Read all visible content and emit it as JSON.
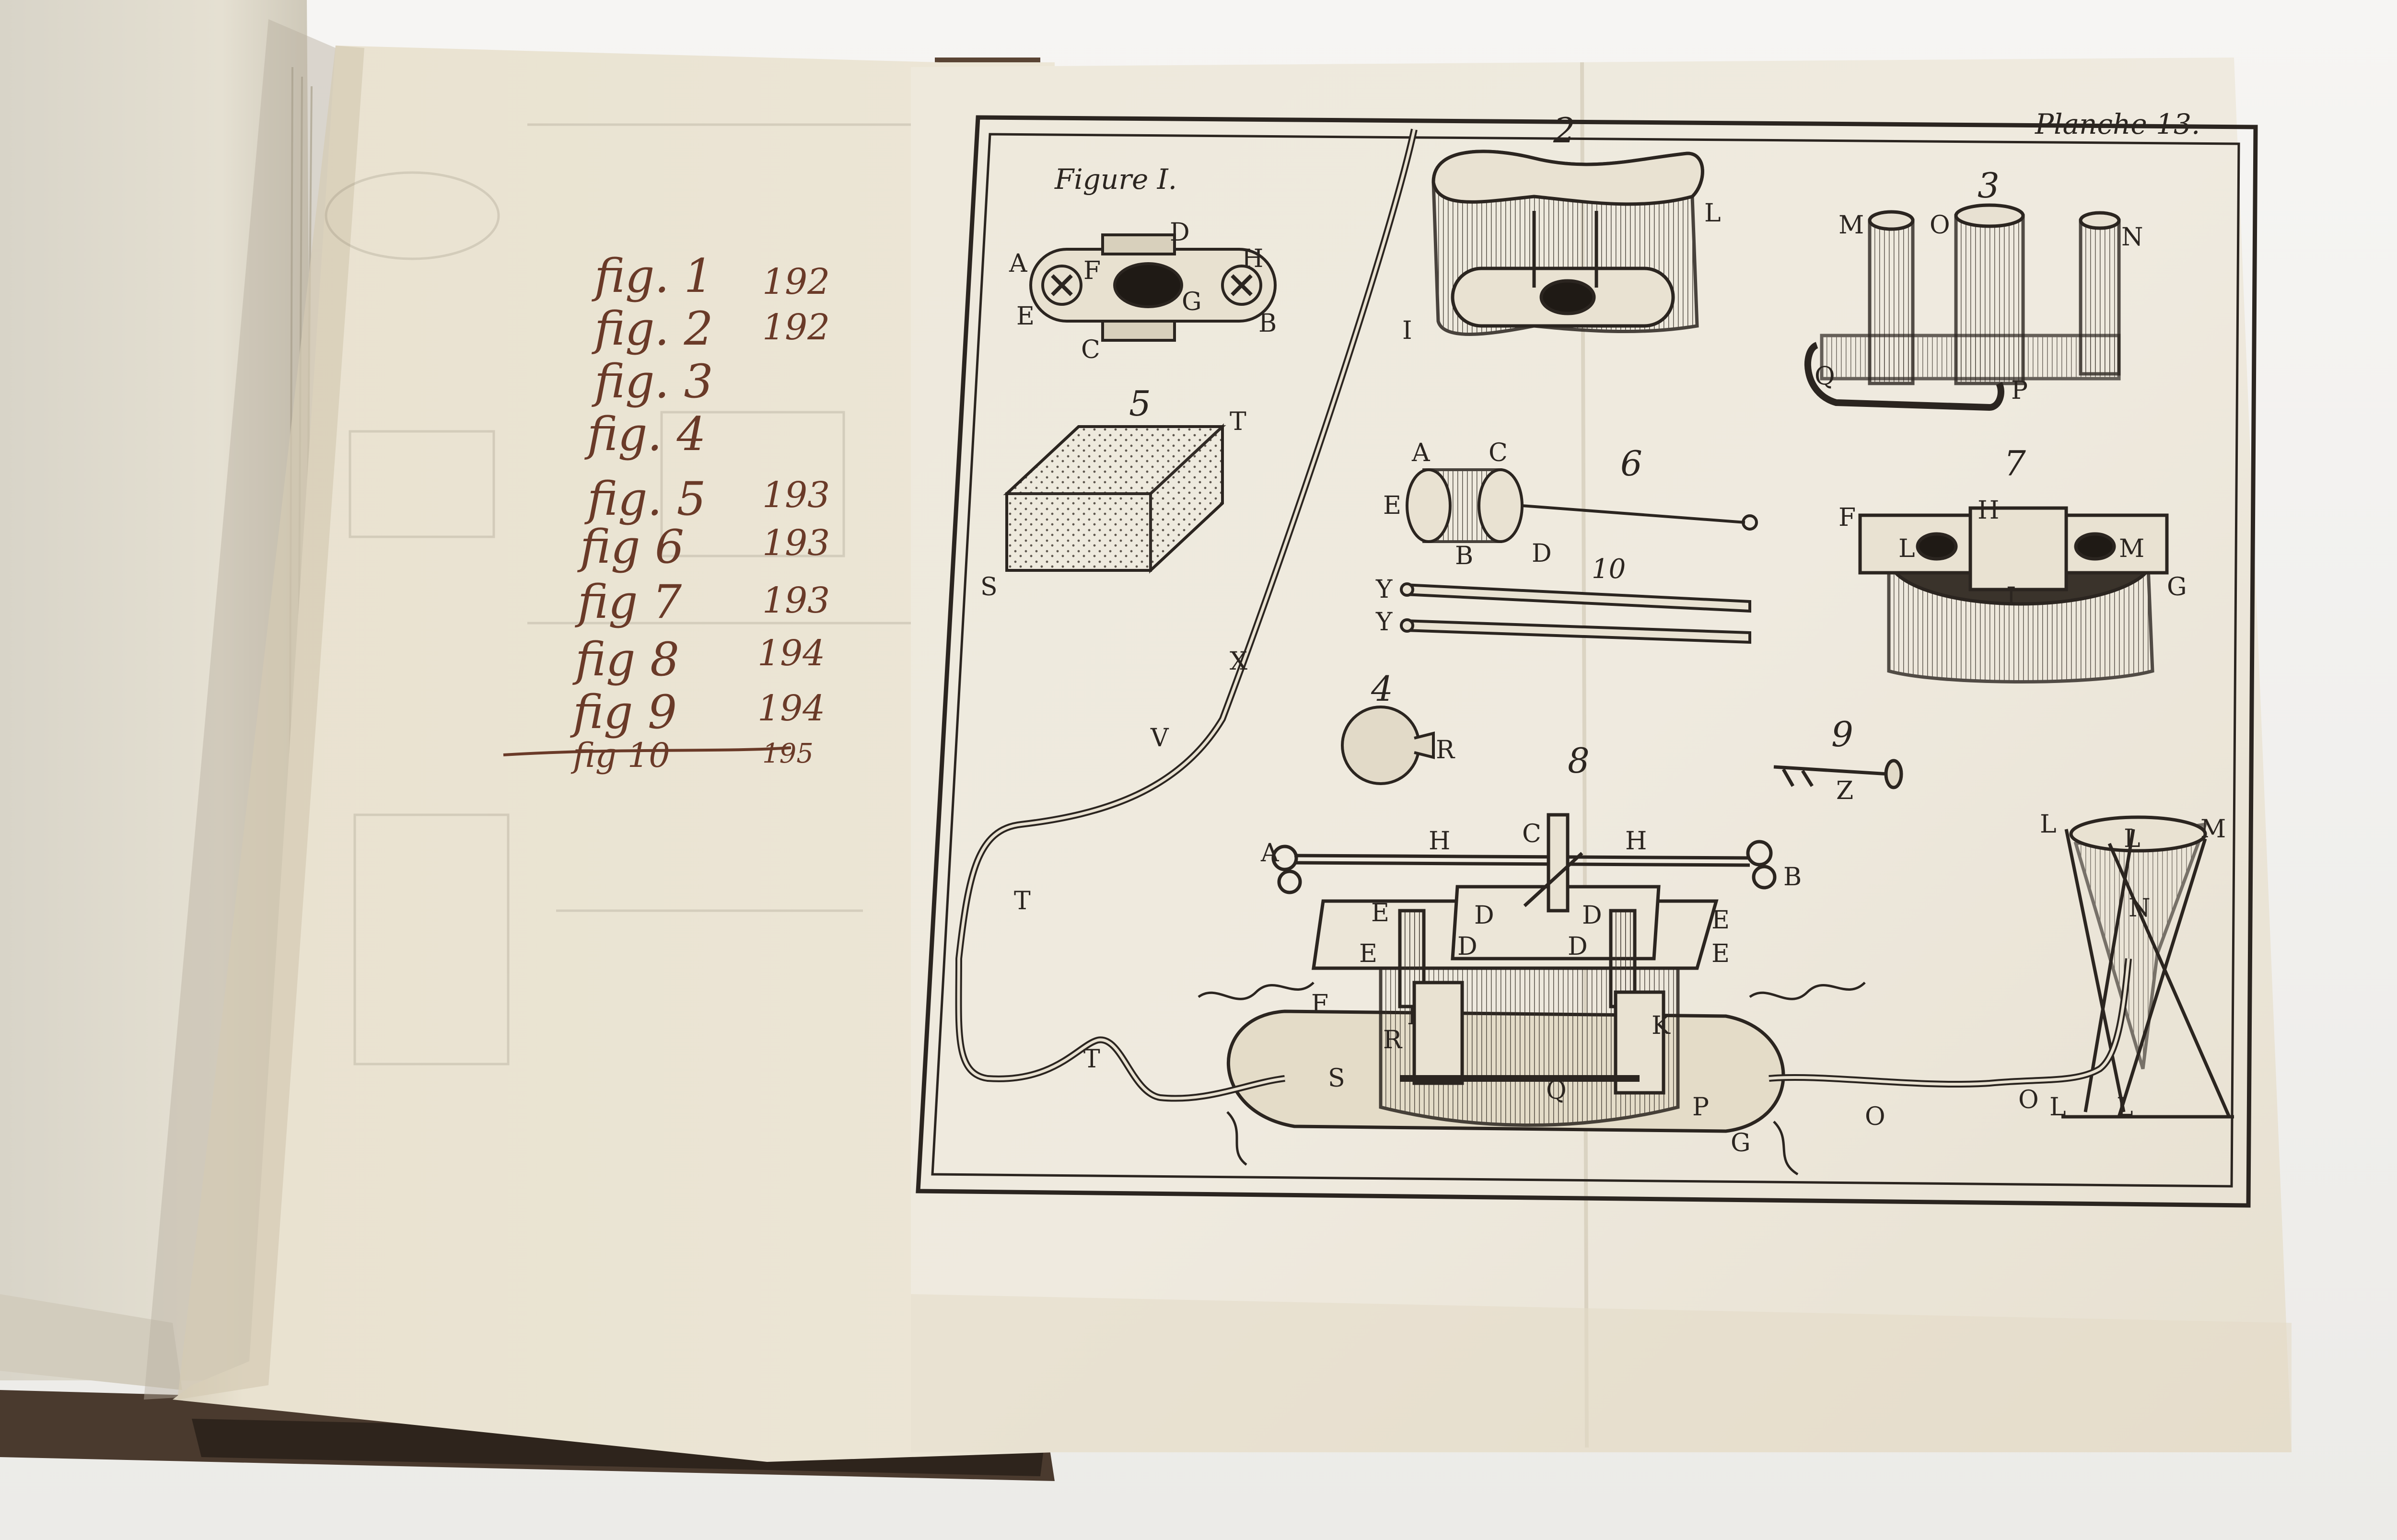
{
  "plate": {
    "title": "Planche 13.",
    "figure_title": "Figure I.",
    "figure_numbers": [
      "2",
      "3",
      "4",
      "5",
      "6",
      "7",
      "8",
      "9",
      "10"
    ],
    "letters": {
      "fig1": [
        "A",
        "D",
        "H",
        "F",
        "G",
        "E",
        "B",
        "C"
      ],
      "fig2": [
        "L",
        "I"
      ],
      "fig3": [
        "M",
        "O",
        "N",
        "Q",
        "P"
      ],
      "fig5": [
        "T",
        "S"
      ],
      "fig6": [
        "A",
        "C",
        "E",
        "B",
        "D"
      ],
      "fig7": [
        "F",
        "H",
        "L",
        "M",
        "I",
        "G"
      ],
      "fig10": [
        "Y",
        "Y"
      ],
      "fig4": [
        "R"
      ],
      "fig9": [
        "Z"
      ],
      "fig8": [
        "A",
        "H",
        "C",
        "H",
        "B",
        "E",
        "E",
        "D",
        "D",
        "D",
        "D",
        "E",
        "E",
        "F",
        "I",
        "R",
        "K",
        "S",
        "Q",
        "P",
        "G",
        "O",
        "O",
        "L",
        "L",
        "L",
        "L",
        "M",
        "N"
      ],
      "tube": [
        "X",
        "V",
        "T",
        "T"
      ]
    }
  },
  "handwritten_index": [
    {
      "fig": "fig. 1",
      "page": "192"
    },
    {
      "fig": "fig. 2",
      "page": "192"
    },
    {
      "fig": "fig. 3",
      "page": ""
    },
    {
      "fig": "fig. 4",
      "page": ""
    },
    {
      "fig": "fig. 5",
      "page": "193"
    },
    {
      "fig": "fig 6",
      "page": "193"
    },
    {
      "fig": "fig 7",
      "page": "193"
    },
    {
      "fig": "fig 8",
      "page": "194"
    },
    {
      "fig": "fig 9",
      "page": "194"
    },
    {
      "fig": "fig 10",
      "page": "195"
    }
  ]
}
